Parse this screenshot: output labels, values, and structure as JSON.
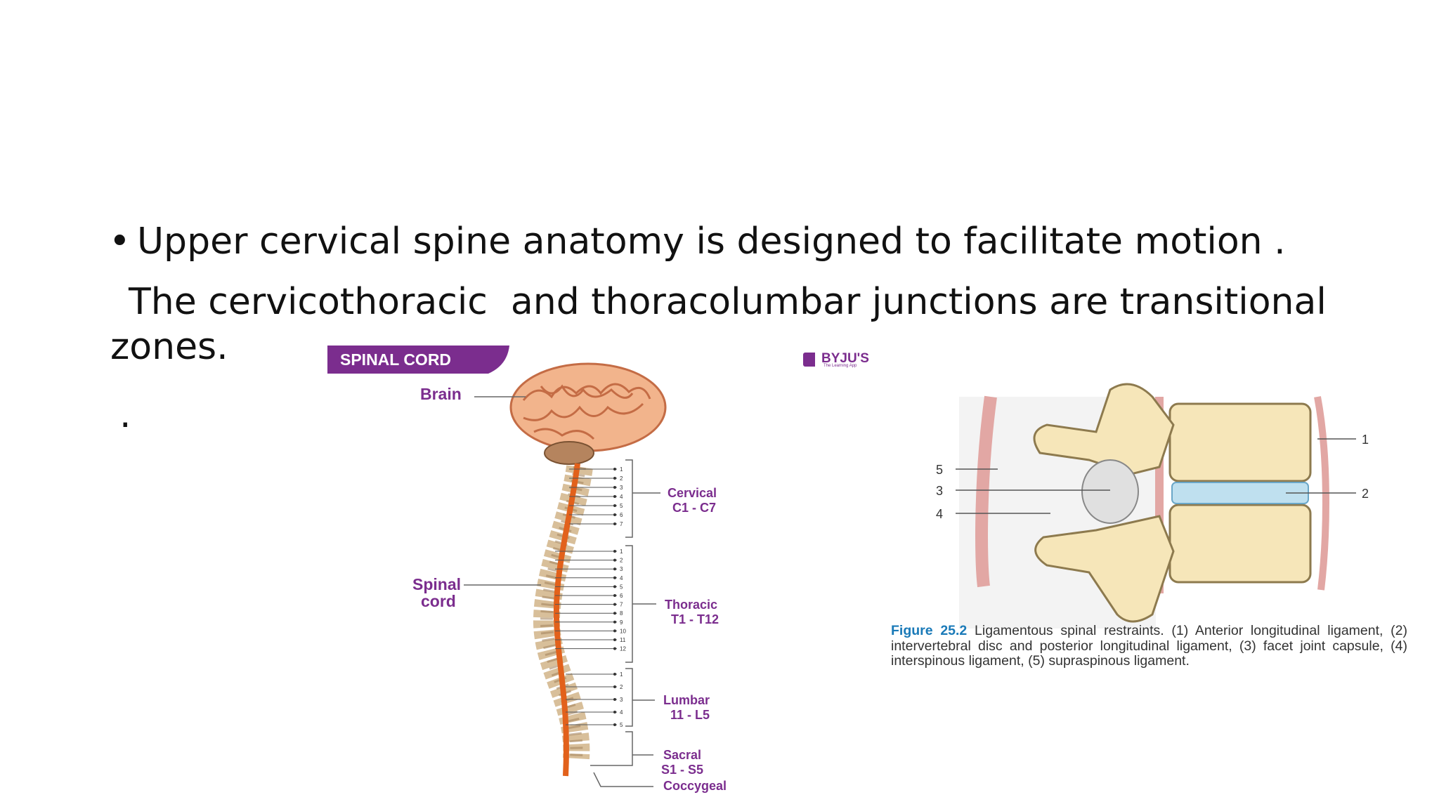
{
  "slide": {
    "bullet_1": "Upper cervical spine anatomy is designed to facilitate motion .",
    "line_2": "The cervicothoracic  and thoracolumbar junctions are transitional",
    "line_3": "zones.",
    "stray_dot": "."
  },
  "spinal_diagram": {
    "banner": "SPINAL CORD",
    "logo": "BYJU'S",
    "logo_tagline": "The Learning App",
    "labels": {
      "brain": "Brain",
      "spinal_cord_1": "Spinal",
      "spinal_cord_2": "cord",
      "cervical": "Cervical",
      "cervical_range": "C1 - C7",
      "thoracic": "Thoracic",
      "thoracic_range": "T1 - T12",
      "lumbar": "Lumbar",
      "lumbar_range": "11 - L5",
      "sacral": "Sacral",
      "sacral_range": "S1 - S5",
      "coccygeal": "Coccygeal"
    },
    "cervical_ticks": [
      "1",
      "2",
      "3",
      "4",
      "5",
      "6",
      "7"
    ],
    "thoracic_ticks": [
      "1",
      "2",
      "3",
      "4",
      "5",
      "6",
      "7",
      "8",
      "9",
      "10",
      "11",
      "12"
    ],
    "lumbar_ticks": [
      "1",
      "2",
      "3",
      "4",
      "5"
    ],
    "colors": {
      "purple": "#7b2d8e",
      "cord": "#e2611b",
      "brain": "#f2b48c"
    }
  },
  "ligament_figure": {
    "callouts": {
      "n1": "1",
      "n2": "2",
      "n3": "3",
      "n4": "4",
      "n5": "5"
    },
    "caption_label": "Figure 25.2",
    "caption_text": "Ligamentous spinal restraints. (1) Anterior longitudinal ligament, (2) intervertebral disc and posterior longitudinal ligament, (3) facet joint capsule, (4) interspinous ligament, (5) supraspinous ligament."
  }
}
